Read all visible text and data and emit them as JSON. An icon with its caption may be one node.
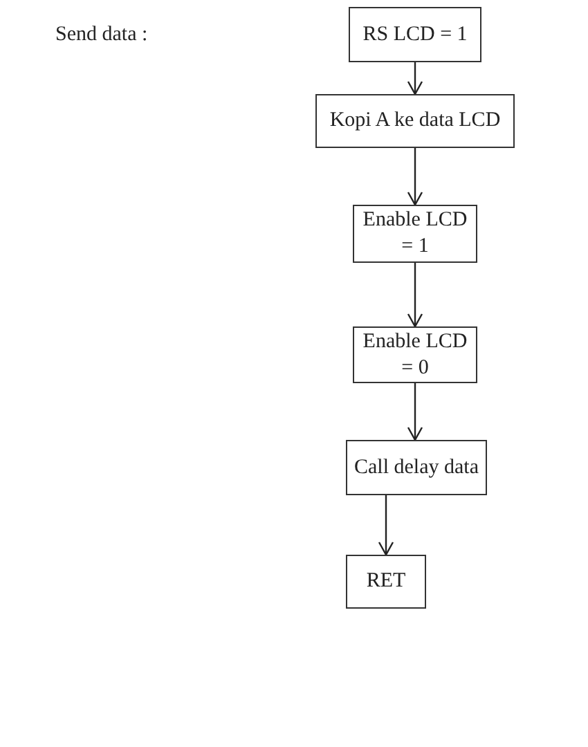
{
  "diagram": {
    "nodes": [
      {
        "text": [
          "RS LCD = 1"
        ]
      },
      {
        "text": [
          "Kopi A ke data LCD"
        ]
      },
      {
        "text": [
          "Enable LCD = 1"
        ]
      },
      {
        "text": [
          "Enable LCD = 0"
        ]
      },
      {
        "text": [
          "Call delay data"
        ]
      },
      {
        "text": [
          "RET"
        ]
      }
    ],
    "edges": [
      {
        "from": 0,
        "to": 1,
        "arrow": "to"
      },
      {
        "from": 1,
        "to": 2,
        "arrow": "to"
      },
      {
        "from": 2,
        "to": 3,
        "arrow": "to"
      },
      {
        "from": 3,
        "to": 4,
        "arrow": "to"
      },
      {
        "from": 4,
        "to": 5,
        "arrow": "to"
      }
    ],
    "labels": [
      "Send data :"
    ]
  }
}
